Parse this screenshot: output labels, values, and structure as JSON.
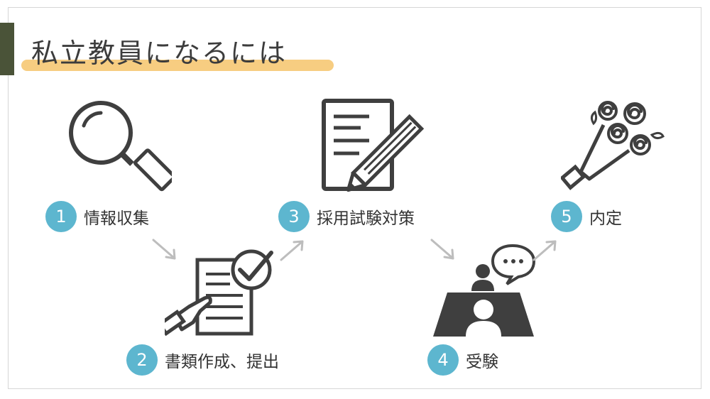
{
  "title": "私立教員になるには",
  "colors": {
    "accent_bar": "#4a5338",
    "highlight": "#f7cd81",
    "step_circle": "#5db6cf",
    "icon": "#3f3f3f",
    "arrow": "#bdbdbd"
  },
  "steps": [
    {
      "number": "1",
      "label": "情報収集",
      "icon": "magnifier-icon"
    },
    {
      "number": "2",
      "label": "書類作成、提出",
      "icon": "document-check-icon"
    },
    {
      "number": "3",
      "label": "採用試験対策",
      "icon": "notepad-pencil-icon"
    },
    {
      "number": "4",
      "label": "受験",
      "icon": "interview-icon"
    },
    {
      "number": "5",
      "label": "内定",
      "icon": "bouquet-icon"
    }
  ]
}
